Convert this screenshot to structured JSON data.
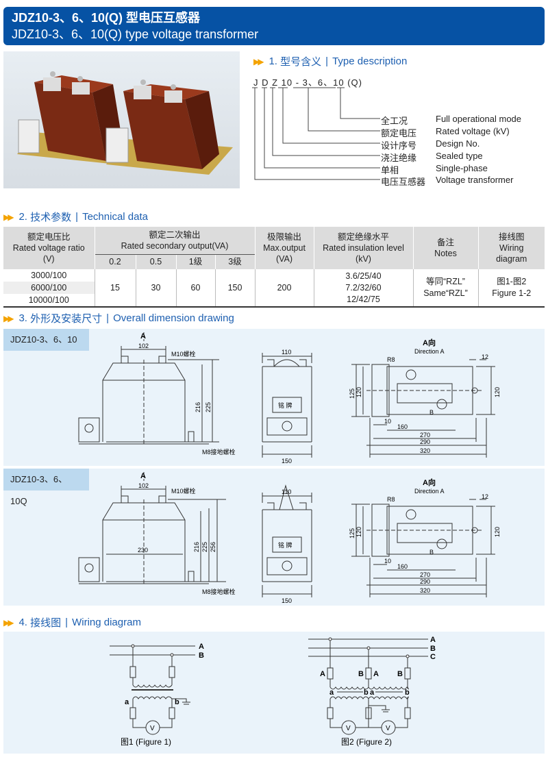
{
  "header": {
    "title_cn": "JDZ10-3、6、10(Q) 型电压互感器",
    "title_en": "JDZ10-3、6、10(Q) type voltage transformer"
  },
  "section1": {
    "num": "1.",
    "cn": "型号含义",
    "en": "Type description",
    "code": "J D Z 10 - 3、6、10 (Q)",
    "items": [
      {
        "cn": "全工况",
        "en": "Full operational mode"
      },
      {
        "cn": "额定电压",
        "en": "Rated voltage (kV)"
      },
      {
        "cn": "设计序号",
        "en": "Design No."
      },
      {
        "cn": "浇注绝缘",
        "en": "Sealed type"
      },
      {
        "cn": "单相",
        "en": "Single-phase"
      },
      {
        "cn": "电压互感器",
        "en": "Voltage transformer"
      }
    ]
  },
  "section2": {
    "num": "2.",
    "cn": "技术参数",
    "en": "Technical data",
    "headers": {
      "ratio_cn": "额定电压比",
      "ratio_en": "Rated voltage ratio",
      "ratio_unit": "(V)",
      "sec_cn": "额定二次输出",
      "sec_en": "Rated secondary output(VA)",
      "classes": [
        "0.2",
        "0.5",
        "1级",
        "3级"
      ],
      "max_cn": "极限输出",
      "max_en": "Max.output",
      "max_unit": "(VA)",
      "ins_cn": "额定绝缘水平",
      "ins_en": "Rated insulation level",
      "ins_unit": "(kV)",
      "notes_cn": "备注",
      "notes_en": "Notes",
      "wiring_cn": "接线图",
      "wiring_en1": "Wiring",
      "wiring_en2": "diagram"
    },
    "ratios": [
      "3000/100",
      "6000/100",
      "10000/100"
    ],
    "outputs": [
      "15",
      "30",
      "60",
      "150"
    ],
    "max_output": "200",
    "insulation": [
      "3.6/25/40",
      "7.2/32/60",
      "12/42/75"
    ],
    "notes_cn": "等同“RZL”",
    "notes_en": "Same“RZL”",
    "wiring_cn": "图1-图2",
    "wiring_en": "Figure 1-2"
  },
  "section3": {
    "num": "3.",
    "cn": "外形及安装尺寸",
    "en": "Overall dimension drawing",
    "drawings": [
      {
        "model": "JDZ10-3、6、10",
        "arrow": "A",
        "d102": "102",
        "bolt": "M10螺栓",
        "d216": "216",
        "d225": "225",
        "ground": "M8接地螺栓",
        "d110": "110",
        "plate": "铭  牌",
        "d150": "150",
        "dirA_cn": "A向",
        "dirA_en": "Direction A",
        "r8": "R8",
        "d12": "12",
        "d125": "125",
        "d120": "120",
        "d120r": "120",
        "d10": "10",
        "d160": "160",
        "d270": "270",
        "d290": "290",
        "d320": "320",
        "b": "B"
      },
      {
        "model": "JDZ10-3、6、10Q",
        "arrow": "A",
        "d102": "102",
        "bolt": "M10螺栓",
        "d216": "216",
        "d225": "225",
        "d256": "256",
        "d230": "230",
        "ground": "M8接地螺栓",
        "d110": "110",
        "plate": "铭  牌",
        "d150": "150",
        "dirA_cn": "A向",
        "dirA_en": "Direction A",
        "r8": "R8",
        "d12": "12",
        "d125": "125",
        "d120": "120",
        "d120r": "120",
        "d10": "10",
        "d160": "160",
        "d270": "270",
        "d290": "290",
        "d320": "320",
        "b": "B"
      }
    ]
  },
  "section4": {
    "num": "4.",
    "cn": "接线图",
    "en": "Wiring diagram",
    "fig1": {
      "A": "A",
      "B": "B",
      "a": "a",
      "b": "b",
      "V": "V",
      "caption": "图1 (Figure 1)"
    },
    "fig2": {
      "A": "A",
      "B": "B",
      "C": "C",
      "fA1": "A",
      "fB1": "B",
      "fA2": "A",
      "fB2": "B",
      "a1": "a",
      "b1": "b",
      "a2": "a",
      "b2": "b",
      "V": "V",
      "caption": "图2 (Figure 2)"
    }
  },
  "colors": {
    "banner": "#0652a4",
    "accent": "#1d5fb0",
    "arrow": "#f4a300",
    "panel": "#eaf3fa",
    "brown": "#7a2a14"
  }
}
